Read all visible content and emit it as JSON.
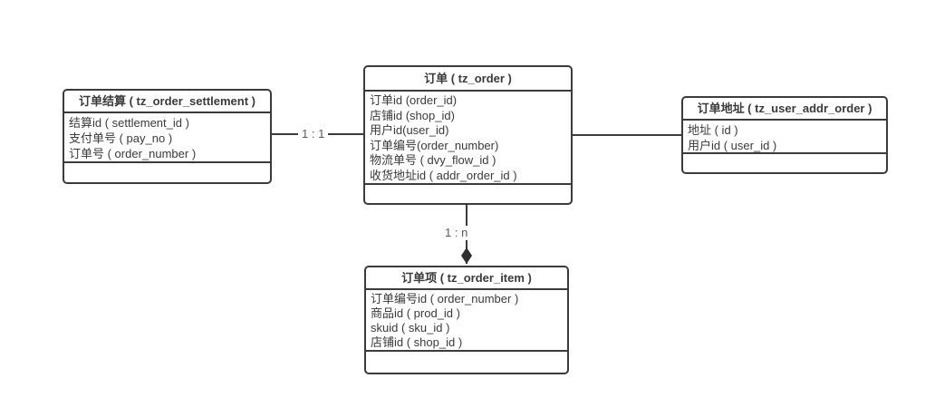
{
  "diagram": {
    "entities": [
      {
        "key": "order_settlement",
        "title": "订单结算 ( tz_order_settlement )",
        "fields": [
          "结算id ( settlement_id )",
          "支付单号 ( pay_no )",
          "订单号 ( order_number )"
        ]
      },
      {
        "key": "order",
        "title": "订单 ( tz_order )",
        "fields": [
          "订单id (order_id)",
          "店铺id (shop_id)",
          "用户id(user_id)",
          "订单编号(order_number)",
          "物流单号 ( dvy_flow_id )",
          "收货地址id ( addr_order_id )"
        ]
      },
      {
        "key": "user_addr_order",
        "title": "订单地址 ( tz_user_addr_order )",
        "fields": [
          "地址 ( id )",
          "用户id ( user_id )"
        ]
      },
      {
        "key": "order_item",
        "title": "订单项 ( tz_order_item )",
        "fields": [
          "订单编号id ( order_number )",
          "商品id ( prod_id )",
          "skuid ( sku_id )",
          "店铺id ( shop_id )"
        ]
      }
    ],
    "relations": [
      {
        "from": "order_settlement",
        "to": "order",
        "label": "1 : 1",
        "arrow": "none"
      },
      {
        "from": "order",
        "to": "user_addr_order",
        "label": "",
        "arrow": "none"
      },
      {
        "from": "order",
        "to": "order_item",
        "label": "1 : n",
        "arrow": "filled-diamond"
      }
    ],
    "colors": {
      "background": "#ffffff",
      "border": "#3b3b3b",
      "text": "#3a3a3a",
      "relation_label": "#595959",
      "diamond_fill": "#2f2f2f"
    }
  }
}
